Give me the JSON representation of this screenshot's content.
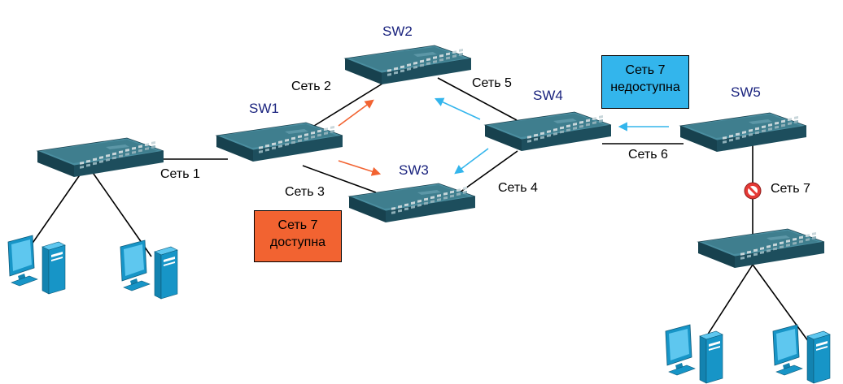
{
  "switches": {
    "sw1": "SW1",
    "sw2": "SW2",
    "sw3": "SW3",
    "sw4": "SW4",
    "sw5": "SW5"
  },
  "links": {
    "net1": "Сеть 1",
    "net2": "Сеть 2",
    "net3": "Сеть 3",
    "net4": "Сеть 4",
    "net5": "Сеть 5",
    "net6": "Сеть 6",
    "net7": "Сеть 7"
  },
  "notes": {
    "unavailable": {
      "line1": "Сеть 7",
      "line2": "недоступна",
      "color": "#33b5ec"
    },
    "available": {
      "line1": "Сеть 7",
      "line2": "доступна",
      "color": "#f26331"
    }
  },
  "colors": {
    "switch_top": "#3f7e8e",
    "switch_front": "#1d4e5d",
    "arrow_orange": "#f26331",
    "arrow_blue": "#33b5ec",
    "switch_label": "#1a237e",
    "pc": "#1795c7"
  },
  "icons": {
    "switch": "switch-icon",
    "pc": "pc-icon",
    "blocked": "blocked-port-icon"
  }
}
